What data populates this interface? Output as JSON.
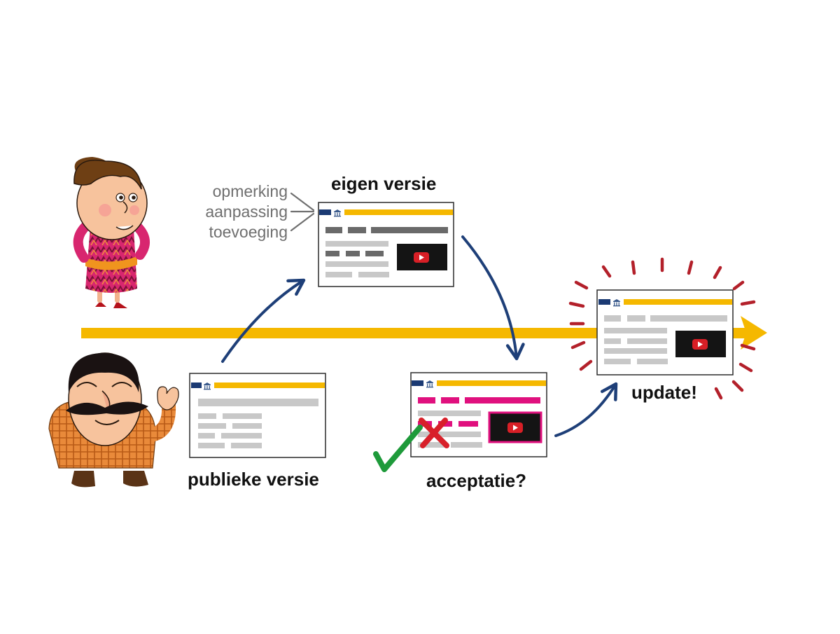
{
  "captions": {
    "public": "publieke versie",
    "own": "eigen versie",
    "acceptance": "acceptatie?",
    "update": "update!"
  },
  "annotations": [
    "opmerking",
    "aanpassing",
    "toevoeging"
  ],
  "colors": {
    "timeline": "#f5b800",
    "flow_arrow": "#1e3f78",
    "gov_blue": "#1b3a73",
    "placeholder_gray": "#c8c8c8",
    "placeholder_dark": "#6a6a6a",
    "changed_magenta": "#e0107e",
    "video_black": "#141414",
    "play_red": "#d81f26",
    "accept_green": "#1e9a3a",
    "reject_red": "#d8202a",
    "burst_red": "#b3202a"
  },
  "icons": [
    "play-icon",
    "checkmark-icon",
    "cross-icon",
    "government-logo-icon"
  ]
}
